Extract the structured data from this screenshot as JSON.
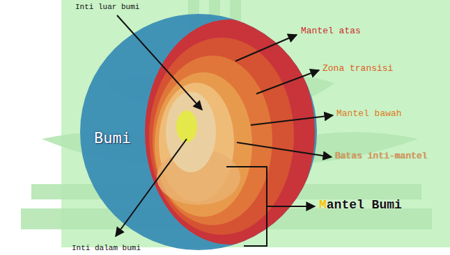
{
  "diagram": {
    "nodes": [
      {
        "text": [
          "Bumi"
        ]
      }
    ],
    "labels": [
      "Inti luar bumi",
      "Mantel atas",
      "Zona transisi",
      "Mantel bawah",
      "Batas inti-mantel",
      "Mantel Bumi",
      "Inti dalam bumi"
    ]
  }
}
